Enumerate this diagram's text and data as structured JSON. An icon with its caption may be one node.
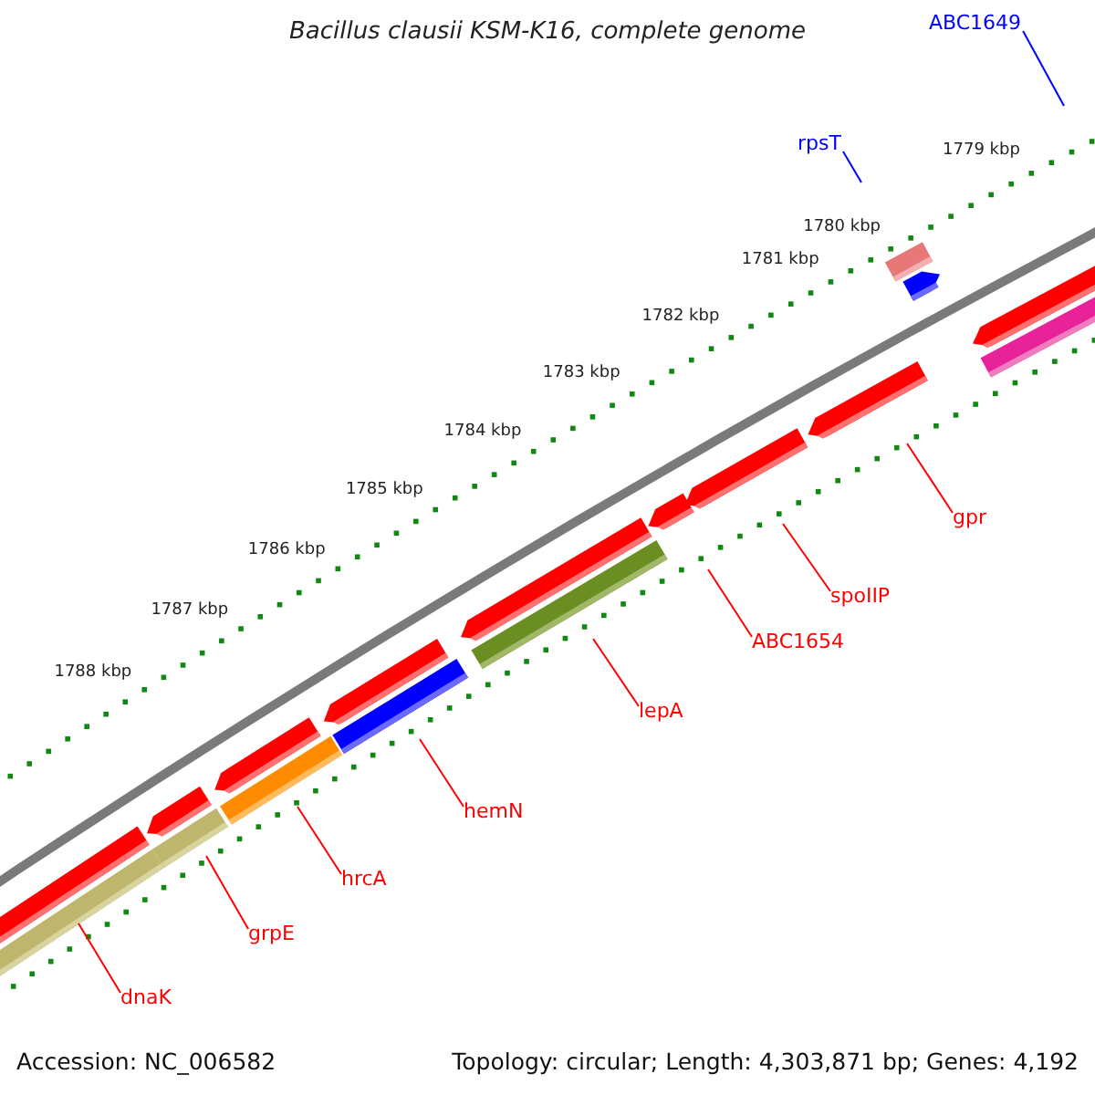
{
  "diagram": {
    "title": "Bacillus clausii KSM-K16, complete genome",
    "nodes": [
      {
        "text": [
          "ABC1649"
        ]
      },
      {
        "text": [
          "rpsT"
        ]
      },
      {
        "text": [
          "gpr"
        ]
      },
      {
        "text": [
          "spoIIP"
        ]
      },
      {
        "text": [
          "ABC1654"
        ]
      },
      {
        "text": [
          "lepA"
        ]
      },
      {
        "text": [
          "hemN"
        ]
      },
      {
        "text": [
          "hrcA"
        ]
      },
      {
        "text": [
          "grpE"
        ]
      },
      {
        "text": [
          "dnaK"
        ]
      }
    ],
    "edges": [
      {
        "from": 0,
        "to": null,
        "arrow": "none",
        "color": "#0000ff"
      },
      {
        "from": 1,
        "to": null,
        "arrow": "none",
        "color": "#0000ff"
      },
      {
        "from": 2,
        "to": null,
        "arrow": "none"
      },
      {
        "from": 3,
        "to": null,
        "arrow": "none"
      },
      {
        "from": 4,
        "to": null,
        "arrow": "none"
      },
      {
        "from": 5,
        "to": null,
        "arrow": "none"
      },
      {
        "from": 6,
        "to": null,
        "arrow": "none"
      },
      {
        "from": 7,
        "to": null,
        "arrow": "none"
      },
      {
        "from": 8,
        "to": null,
        "arrow": "none"
      },
      {
        "from": 9,
        "to": null,
        "arrow": "none"
      }
    ],
    "labels": [
      "1779 kbp",
      "1780 kbp",
      "1781 kbp",
      "1782 kbp",
      "1783 kbp",
      "1784 kbp",
      "1785 kbp",
      "1786 kbp",
      "1787 kbp",
      "1788 kbp",
      "Accession: NC_006582",
      "Topology: circular; Length: 4,303,871 bp; Genes: 4,192"
    ]
  }
}
